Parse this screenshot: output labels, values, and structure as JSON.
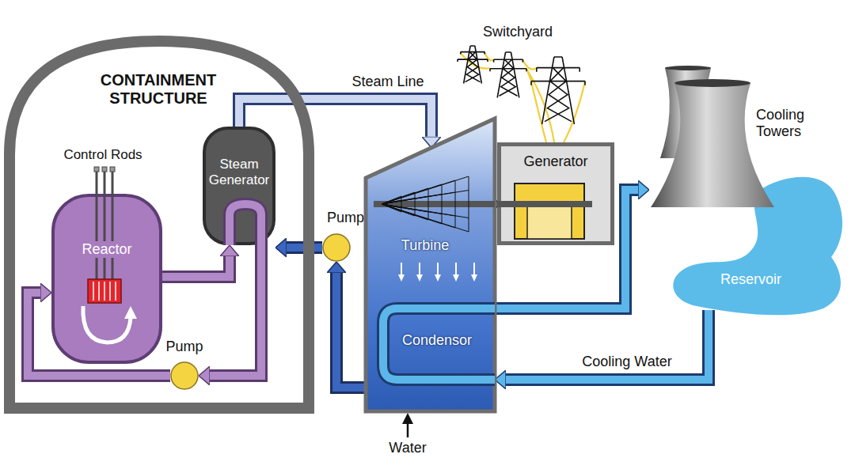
{
  "diagram": {
    "nodes": [
      {
        "text": [
          "CONTAINMENT STRUCTURE"
        ]
      },
      {
        "text": [
          "Reactor"
        ],
        "in": 0
      },
      {
        "text": [
          "Steam Generator"
        ],
        "in": 0
      },
      {
        "text": [
          "Pump"
        ],
        "in": 0
      },
      {
        "text": [
          "Pump"
        ]
      },
      {
        "text": [
          "Turbine",
          "Condensor"
        ]
      },
      {
        "text": [
          "Generator"
        ]
      },
      {
        "text": [
          "Cooling Towers"
        ]
      },
      {
        "text": [
          "Reservoir"
        ]
      }
    ],
    "edges": [
      {
        "from": 1,
        "to": 2,
        "arrow": "to"
      },
      {
        "from": 2,
        "to": 3,
        "arrow": "to"
      },
      {
        "from": 3,
        "to": 1,
        "arrow": "to"
      },
      {
        "from": 2,
        "to": 5,
        "arrow": "to",
        "label": "Steam Line"
      },
      {
        "from": 5,
        "to": 4,
        "arrow": "to"
      },
      {
        "from": 4,
        "to": 2,
        "arrow": "to"
      },
      {
        "from": 5,
        "to": 7,
        "arrow": "to"
      },
      {
        "from": 8,
        "to": 5,
        "arrow": "to",
        "label": "Cooling Water"
      },
      {
        "from": 5,
        "to": 6,
        "arrow": "none"
      }
    ],
    "labels": [
      "Control Rods",
      "Switchyard",
      "Water"
    ]
  }
}
